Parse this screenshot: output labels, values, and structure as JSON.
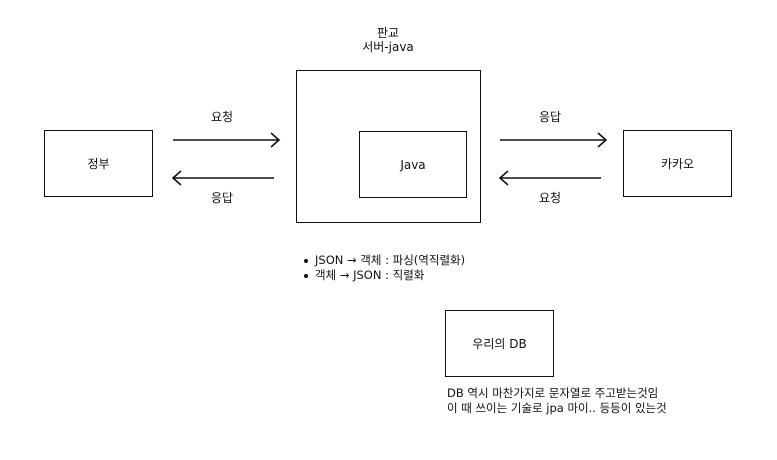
{
  "nodes": {
    "government": "정부",
    "pangyo_title": "판교",
    "pangyo_subtitle": "서버-java",
    "java": "Java",
    "kakao": "카카오",
    "our_db": "우리의 DB"
  },
  "edges": {
    "gov_to_server": "요청",
    "server_to_gov": "응답",
    "server_to_kakao": "응답",
    "kakao_to_server": "요청"
  },
  "bullets": [
    "JSON → 객체 : 파싱(역직렬화)",
    "객체 → JSON : 직렬화"
  ],
  "note": {
    "line1": "DB 역시 마찬가지로 문자열로 주고받는것임",
    "line2": "이 때 쓰이는 기술로 jpa 마이.. 등등이 있는것"
  }
}
